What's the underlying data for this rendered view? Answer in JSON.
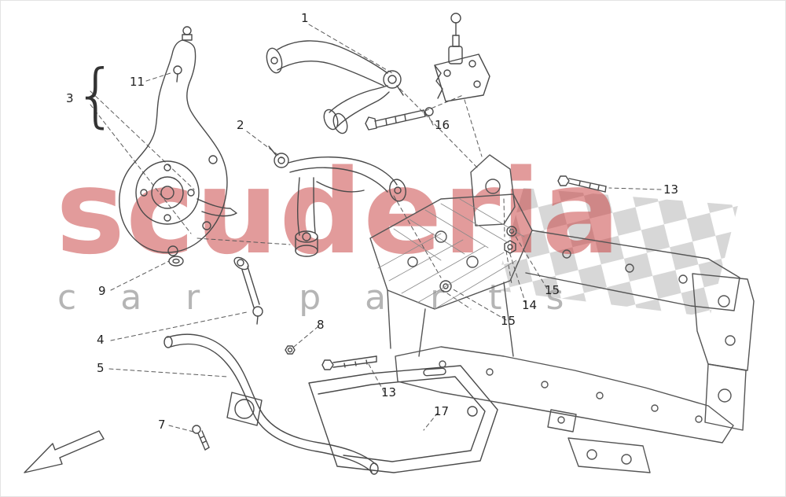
{
  "diagram": {
    "watermark_line1": "scuderia",
    "watermark_line2": "car parts",
    "brace": "{",
    "line_color": "#4a4a4a",
    "accent_red": "#c94040",
    "checker_color": "#d7d7d7"
  },
  "labels": [
    {
      "id": "callout-1",
      "text": "1"
    },
    {
      "id": "callout-11",
      "text": "11"
    },
    {
      "id": "callout-3",
      "text": "3"
    },
    {
      "id": "callout-2",
      "text": "2"
    },
    {
      "id": "callout-16",
      "text": "16"
    },
    {
      "id": "callout-13-upper",
      "text": "13"
    },
    {
      "id": "callout-9",
      "text": "9"
    },
    {
      "id": "callout-15-right",
      "text": "15"
    },
    {
      "id": "callout-14",
      "text": "14"
    },
    {
      "id": "callout-15-left",
      "text": "15"
    },
    {
      "id": "callout-4",
      "text": "4"
    },
    {
      "id": "callout-8",
      "text": "8"
    },
    {
      "id": "callout-5",
      "text": "5"
    },
    {
      "id": "callout-13-lower",
      "text": "13"
    },
    {
      "id": "callout-17",
      "text": "17"
    },
    {
      "id": "callout-7",
      "text": "7"
    }
  ]
}
